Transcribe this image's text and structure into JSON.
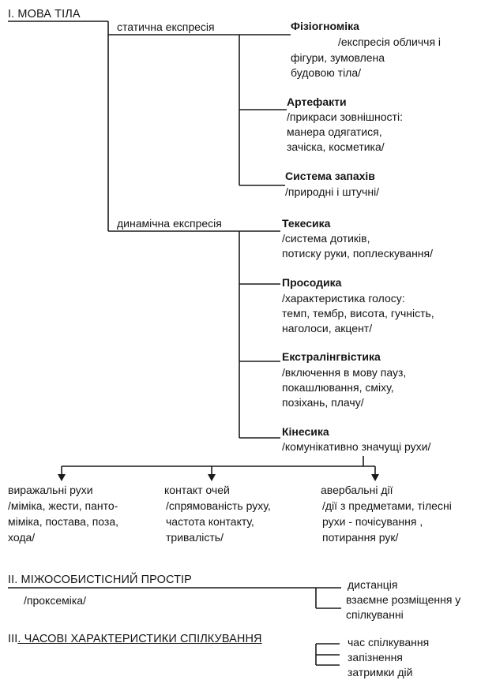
{
  "sections": {
    "s1": {
      "title": "I. МОВА ТІЛА"
    },
    "s2": {
      "title": "II. МІЖОСОБИСТІСНИЙ ПРОСТІР",
      "subtitle": "/проксеміка/"
    },
    "s3": {
      "title_prefix": "III",
      "title_rest": ". ЧАСОВІ ХАРАКТЕРИСТИКИ СПІЛКУВАННЯ"
    }
  },
  "branches": {
    "static": "статична експресія",
    "dynamic": "динамічна експресія"
  },
  "static_items": [
    {
      "title": "Фізіогноміка",
      "lines": [
        "/експресія обличчя і",
        "фігури, зумовлена",
        "будовою тіла/"
      ]
    },
    {
      "title": "Артефакти",
      "lines": [
        "/прикраси зовнішності:",
        "манера одягатися,",
        "зачіска, косметика/"
      ]
    },
    {
      "title": "Система запахів",
      "lines": [
        "/природні і штучні/"
      ]
    }
  ],
  "dynamic_items": [
    {
      "title": "Текесика",
      "lines": [
        "/система дотиків,",
        "потиску руки, поплескування/"
      ]
    },
    {
      "title": "Просодика",
      "lines": [
        "/характеристика голосу:",
        "темп, тембр, висота, гучність,",
        "наголоси, акцент/"
      ]
    },
    {
      "title": "Екстралінгвістика",
      "lines": [
        "/включення в мову пауз,",
        "покашлювання, сміху,",
        "позіхань, плачу/"
      ]
    },
    {
      "title": "Кінесика",
      "lines": [
        "/комунікативно значущі рухи/"
      ]
    }
  ],
  "kinesics_children": [
    {
      "title": "виражальні рухи",
      "lines": [
        "/міміка, жести, панто-",
        "міміка, постава, поза,",
        "хода/"
      ]
    },
    {
      "title": "контакт очей",
      "lines": [
        "/спрямованість руху,",
        "частота контакту,",
        "тривалість/"
      ]
    },
    {
      "title": "авербальні дії",
      "lines": [
        "/дії з предметами, тілесні",
        "рухи - почісування ,",
        "потирання рук/"
      ]
    }
  ],
  "space_items": [
    "дистанція",
    "взаємне розміщення у",
    "спілкуванні"
  ],
  "time_items": [
    "час спілкування",
    "запізнення",
    "затримки дій"
  ]
}
